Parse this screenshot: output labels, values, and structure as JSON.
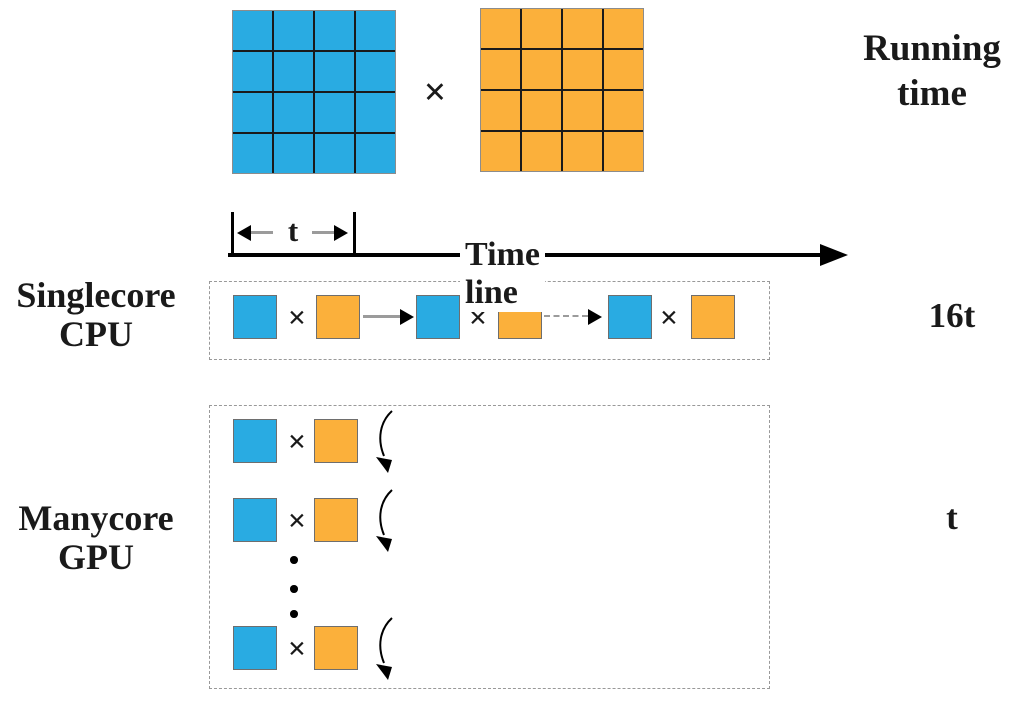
{
  "colors": {
    "matrix_blue": "#29ABE2",
    "matrix_orange": "#FBB03B",
    "grid_line": "#1a1a1a",
    "square_border": "#6e6e6e",
    "arrow_gray": "#9b9b9b",
    "dashed_box": "#999999",
    "ink": "#1a1a1a"
  },
  "multiply_sign": "×",
  "running_time_header": {
    "line1": "Running",
    "line2": "time"
  },
  "timeline": {
    "interval_label": "t",
    "axis_label": "Time line"
  },
  "matrix": {
    "rows": 4,
    "cols": 4
  },
  "cpu_row": {
    "label_line1": "Singlecore",
    "label_line2": "CPU",
    "running_time": "16t"
  },
  "gpu_row": {
    "label_line1": "Manycore",
    "label_line2": "GPU",
    "running_time": "t"
  }
}
